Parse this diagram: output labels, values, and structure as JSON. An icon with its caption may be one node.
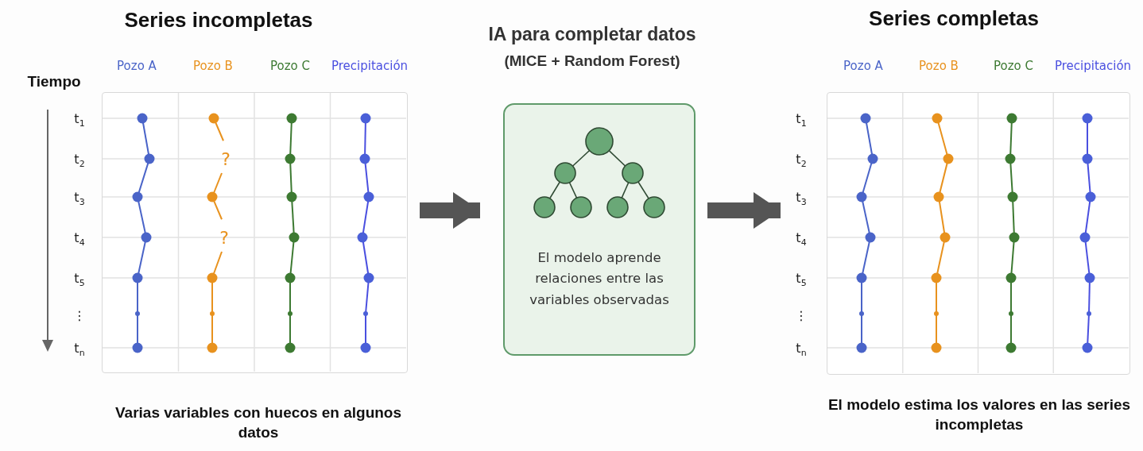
{
  "diagram": {
    "nodes": [
      {
        "text": [
          "Series incompletas"
        ],
        "beside": [
          "Varias variables con huecos en algunos datos"
        ]
      },
      {
        "text": [
          "IA para completar datos",
          "(MICE + Random Forest)",
          "El modelo aprende relaciones entre las variables observadas"
        ]
      },
      {
        "text": [
          "Series completas"
        ],
        "beside": [
          "El modelo estima los valores en las series incompletas"
        ]
      }
    ],
    "edges": [
      {
        "from": 0,
        "to": 1,
        "arrow": "to"
      },
      {
        "from": 1,
        "to": 2,
        "arrow": "to"
      }
    ],
    "labels": [
      "Pozo A",
      "Pozo B",
      "Pozo C",
      "Precipitación",
      "Tiempo",
      "t$_{1}$",
      "t$_{2}$",
      "t$_{3}$",
      "t$_{4}$",
      "t$_{5}$",
      "⋮",
      "t$_{n}$",
      "?",
      "?",
      "Pozo A",
      "Pozo B",
      "Pozo C",
      "Precipitación",
      "t$_{1}$",
      "t$_{2}$",
      "t$_{3}$",
      "t$_{4}$",
      "t$_{5}$",
      "⋮",
      "t$_{n}$"
    ]
  }
}
